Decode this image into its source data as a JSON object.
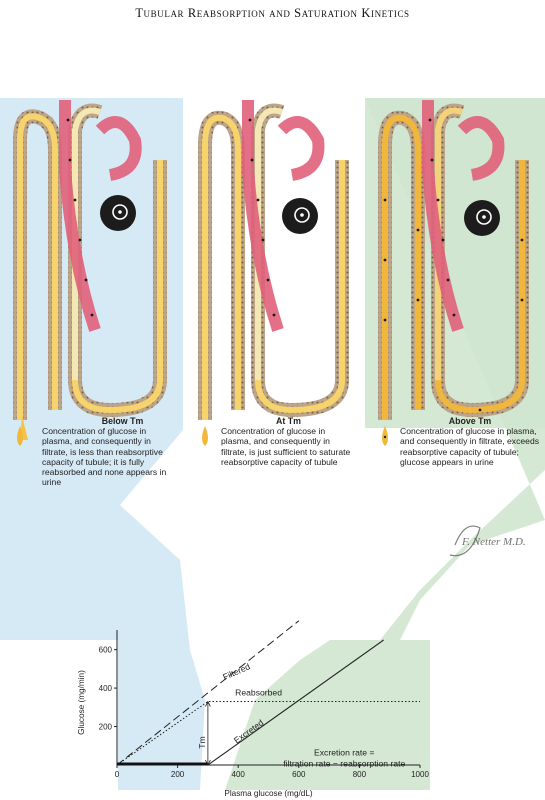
{
  "title": "Tubular Reabsorption and Saturation Kinetics",
  "panels": [
    {
      "heading": "Below Tm",
      "text": "Concentration of glucose in plasma, and consequently in filtrate, is less than reabsorptive capacity of tubule; it is fully reabsorbed and none appears in urine"
    },
    {
      "heading": "At Tm",
      "text": "Concentration of glucose in plasma, and consequently in filtrate, is just sufficient to saturate reabsorptive capacity of tubule"
    },
    {
      "heading": "Above Tm",
      "text": "Concentration of glucose in plasma, and consequently in filtrate, exceeds reabsorptive capacity of tubule; glucose appears in urine"
    }
  ],
  "signature": "F. Netter M.D.",
  "colors": {
    "below": "#cfe6f5",
    "above": "#cfe6cf",
    "blood": "#e0607a",
    "filtrate": "#f7d36b",
    "pump": "#1c1c1c"
  },
  "chart_data": {
    "type": "line",
    "xlabel": "Plasma glucose (mg/dL)",
    "ylabel": "Glucose (mg/min)",
    "xlim": [
      0,
      1000
    ],
    "ylim": [
      0,
      650
    ],
    "xticks": [
      "0",
      "200",
      "400",
      "600",
      "800",
      "1000"
    ],
    "yticks": [
      "200",
      "400",
      "600"
    ],
    "series": [
      {
        "name": "Filtered",
        "style": "dashed",
        "points": [
          [
            0,
            0
          ],
          [
            300,
            375
          ],
          [
            600,
            750
          ]
        ]
      },
      {
        "name": "Reabsorbed",
        "style": "dotted",
        "points": [
          [
            0,
            0
          ],
          [
            300,
            330
          ],
          [
            1000,
            330
          ]
        ]
      },
      {
        "name": "Excreted",
        "style": "solid",
        "points": [
          [
            0,
            0
          ],
          [
            300,
            0
          ],
          [
            880,
            650
          ]
        ]
      }
    ],
    "annotations": {
      "tm_label": "Tm",
      "formula_line1": "Excretion rate =",
      "formula_line2": "filtration rate − reabsorption rate"
    }
  }
}
